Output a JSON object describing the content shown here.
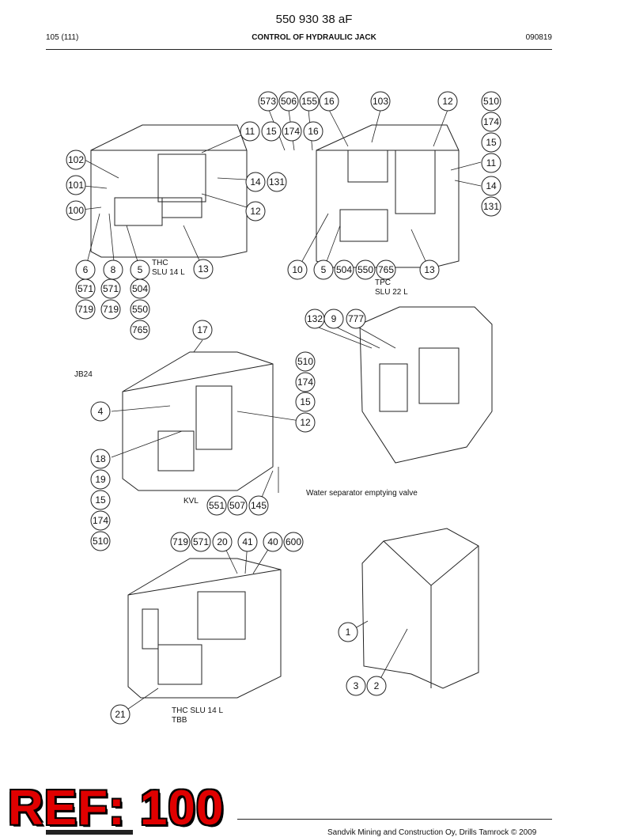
{
  "header": {
    "doc_number": "550 930 38 aF",
    "page": "105 (111)",
    "title": "CONTROL OF HYDRAULIC JACK",
    "date": "090819"
  },
  "callouts": [
    "573",
    "506",
    "155",
    "16",
    "103",
    "12",
    "510",
    "174",
    "15",
    "11",
    "14",
    "131",
    "11",
    "15",
    "174",
    "16",
    "102",
    "101",
    "100",
    "14",
    "131",
    "12",
    "6",
    "8",
    "5",
    "13",
    "571",
    "571",
    "504",
    "719",
    "719",
    "550",
    "765",
    "10",
    "5",
    "504",
    "550",
    "765",
    "13",
    "132",
    "9",
    "777",
    "17",
    "510",
    "174",
    "15",
    "12",
    "4",
    "18",
    "19",
    "15",
    "174",
    "510",
    "551",
    "507",
    "145",
    "719",
    "571",
    "20",
    "41",
    "40",
    "600",
    "1",
    "3",
    "2",
    "21"
  ],
  "labels": {
    "thc_slu14": "THC\nSLU 14 L",
    "tpc_slu22": "TPC\nSLU 22 L",
    "jb24": "JB24",
    "water_sep": "Water separator emptying valve",
    "kvl": "KVL",
    "thc_tbb": "THC SLU 14 L\nTBB"
  },
  "stamp": "REF: 100",
  "footer": "Sandvik Mining and Construction Oy, Drills Tamrock © 2009"
}
